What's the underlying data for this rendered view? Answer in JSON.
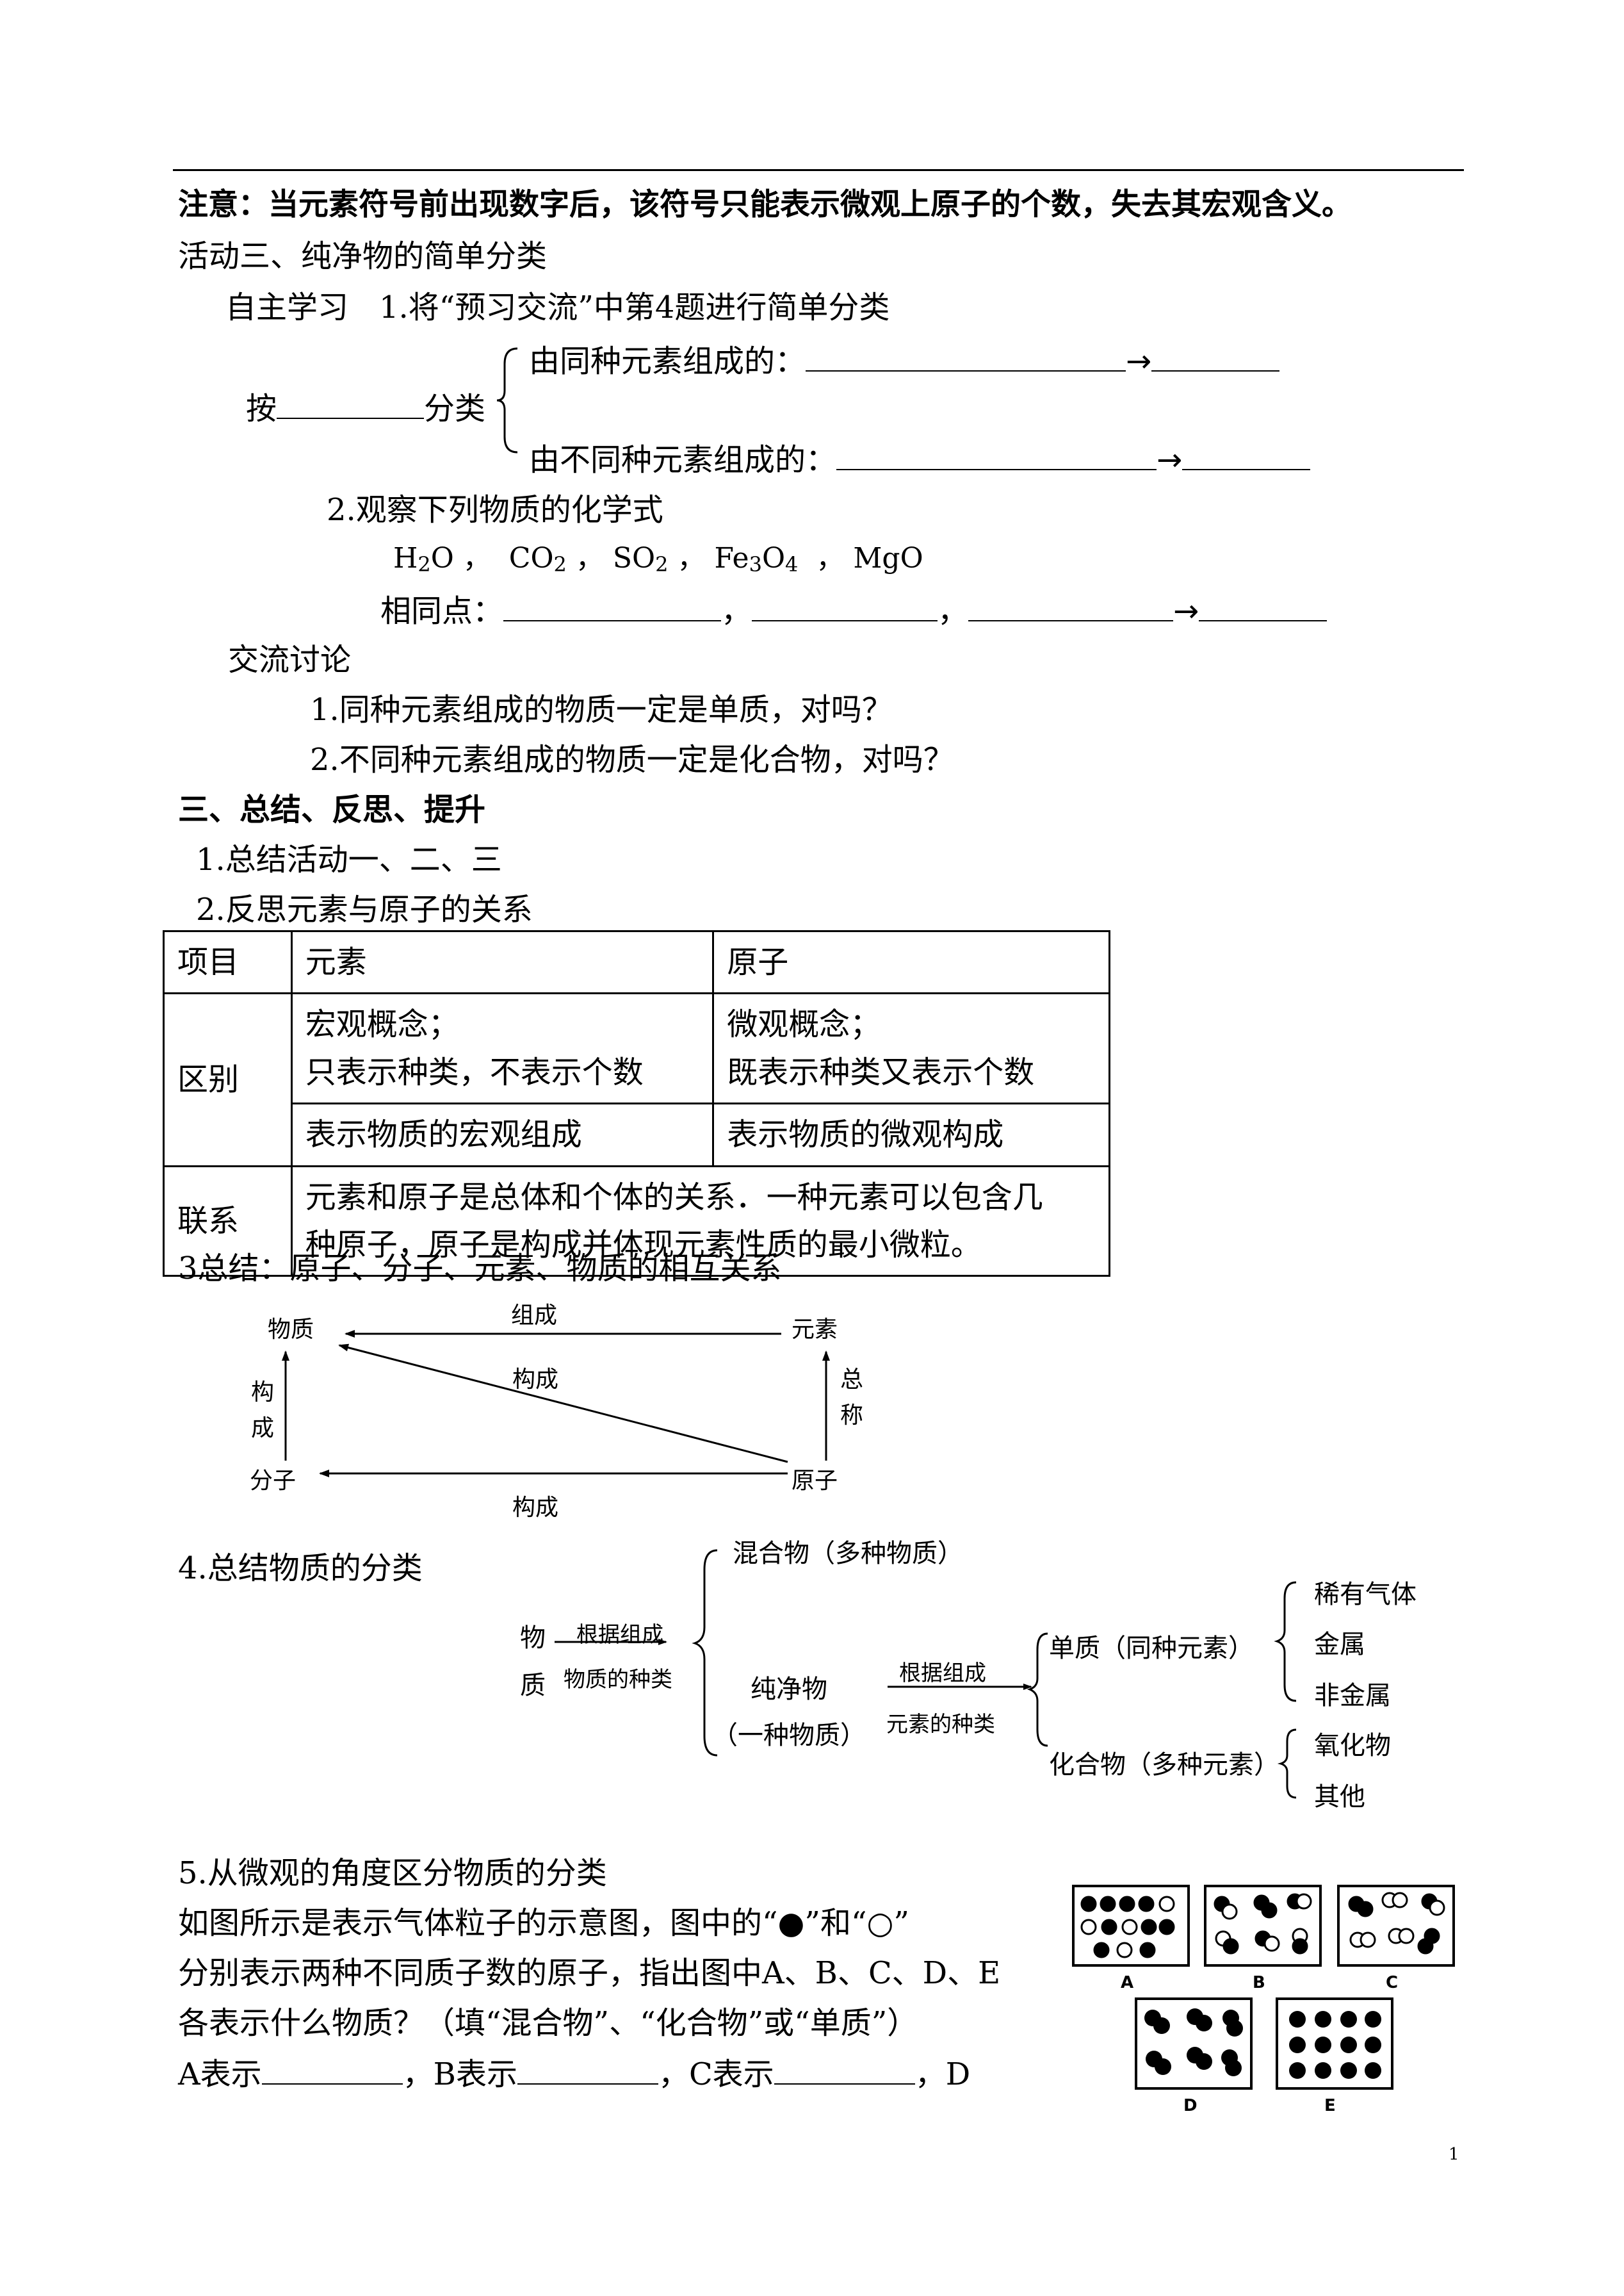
{
  "note": "注意：当元素符号前出现数字后，该符号只能表示微观上原子的个数，失去其宏观含义。",
  "activity3": {
    "title": "活动三、纯净物的简单分类",
    "self_study": "自主学习　1.将“预习交流”中第4题进行简单分类",
    "classify_prefix": "按",
    "classify_suffix": "分类",
    "same_element": "由同种元素组成的：",
    "diff_element": "由不同种元素组成的：",
    "observe": "2.观察下列物质的化学式",
    "formulas": [
      "H2O",
      "CO2",
      "SO2",
      "Fe3O4",
      "MgO"
    ],
    "common_points": "相同点：",
    "discuss_title": "交流讨论",
    "q1": "1.同种元素组成的物质一定是单质，对吗？",
    "q2": "2.不同种元素组成的物质一定是化合物，对吗？"
  },
  "section3": {
    "title": "三、总结、反思、提升",
    "item1": "1.总结活动一、二、三",
    "item2": "2.反思元素与原子的关系"
  },
  "table": {
    "header": [
      "项目",
      "元素",
      "原子"
    ],
    "diff_label": "区别",
    "row1_element": [
      "宏观概念；",
      "只表示种类，不表示个数"
    ],
    "row1_atom": [
      "微观概念；",
      "既表示种类又表示个数"
    ],
    "row2_element": "表示物质的宏观组成",
    "row2_atom": "表示物质的微观构成",
    "link_label": "联系",
    "link_text": [
      "元素和原子是总体和个体的关系．一种元素可以包含几",
      "种原子，原子是构成并体现元素性质的最小微粒。"
    ]
  },
  "summary3": {
    "title": "3总结：原子、分子、元素、物质的相互关系",
    "substance": "物质",
    "element": "元素",
    "molecule": "分子",
    "atom": "原子",
    "compose": "组成",
    "construct": "构成",
    "construct_v": [
      "构",
      "成"
    ],
    "general": [
      "总",
      "称"
    ]
  },
  "summary4": {
    "title": "4.总结物质的分类",
    "substance_v": [
      "物",
      "质"
    ],
    "basis1_top": "根据组成",
    "basis1_bottom": "物质的种类",
    "mixture": "混合物（多种物质）",
    "pure": "纯净物",
    "pure_note": "（一种物质）",
    "basis2_top": "根据组成",
    "basis2_bottom": "元素的种类",
    "elemental": "单质（同种元素）",
    "compound": "化合物（多种元素）",
    "elemental_types": [
      "稀有气体",
      "金属",
      "非金属"
    ],
    "compound_types": [
      "氧化物",
      "其他"
    ]
  },
  "summary5": {
    "title": "5.从微观的角度区分物质的分类",
    "line1": "如图所示是表示气体粒子的示意图，图中的“●”和“○”",
    "line2": "分别表示两种不同质子数的原子，指出图中A、B、C、D、E",
    "line3": "各表示什么物质？（填“混合物”、“化合物”或“单质”）",
    "a_label": "A表示",
    "b_label": "，B表示",
    "c_label": "，C表示",
    "d_tail": "，D",
    "box_labels": [
      "A",
      "B",
      "C",
      "D",
      "E"
    ]
  },
  "page_number": "1"
}
